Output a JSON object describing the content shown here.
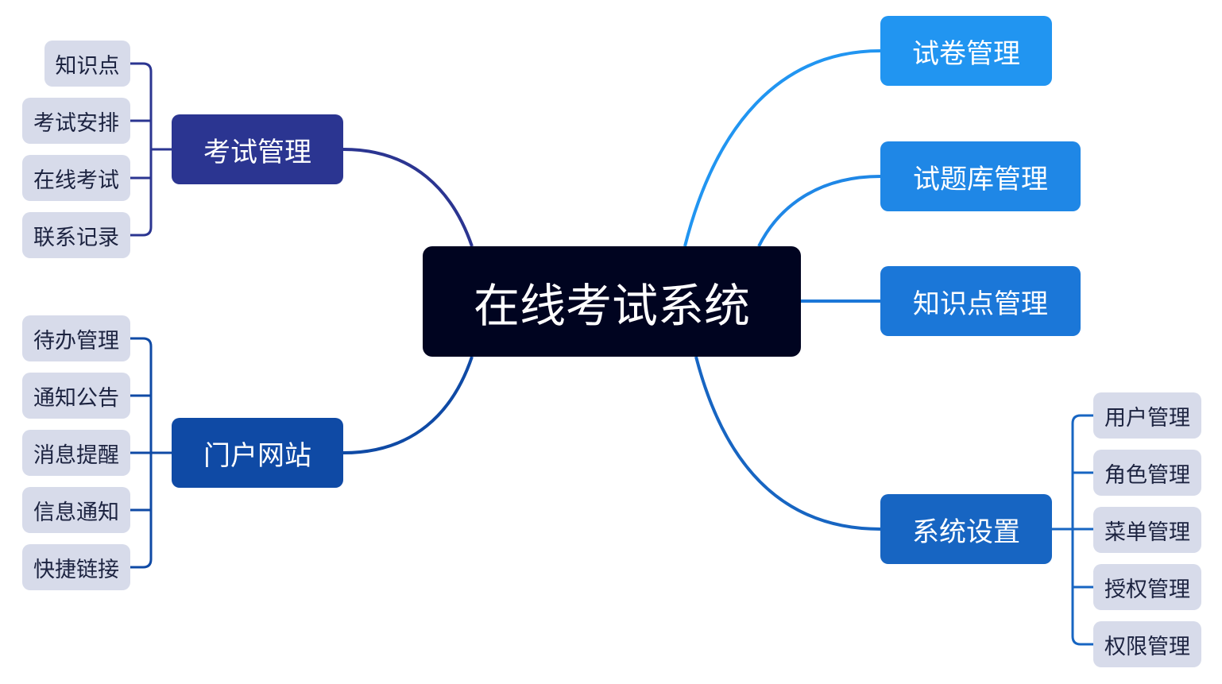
{
  "root": {
    "label": "在线考试系统",
    "color": "#000420"
  },
  "branches": {
    "exam": {
      "label": "考试管理",
      "color": "#2b3591",
      "children": [
        "知识点",
        "考试安排",
        "在线考试",
        "联系记录"
      ]
    },
    "portal": {
      "label": "门户网站",
      "color": "#0f4aa5",
      "children": [
        "待办管理",
        "通知公告",
        "消息提醒",
        "信息通知",
        "快捷链接"
      ]
    },
    "paper": {
      "label": "试卷管理",
      "color": "#2195f1"
    },
    "bank": {
      "label": "试题库管理",
      "color": "#1f87e6"
    },
    "knowledge": {
      "label": "知识点管理",
      "color": "#1b77d8"
    },
    "settings": {
      "label": "系统设置",
      "color": "#1765c2",
      "children": [
        "用户管理",
        "角色管理",
        "菜单管理",
        "授权管理",
        "权限管理"
      ]
    }
  },
  "leaf_color": "#d7dbea"
}
